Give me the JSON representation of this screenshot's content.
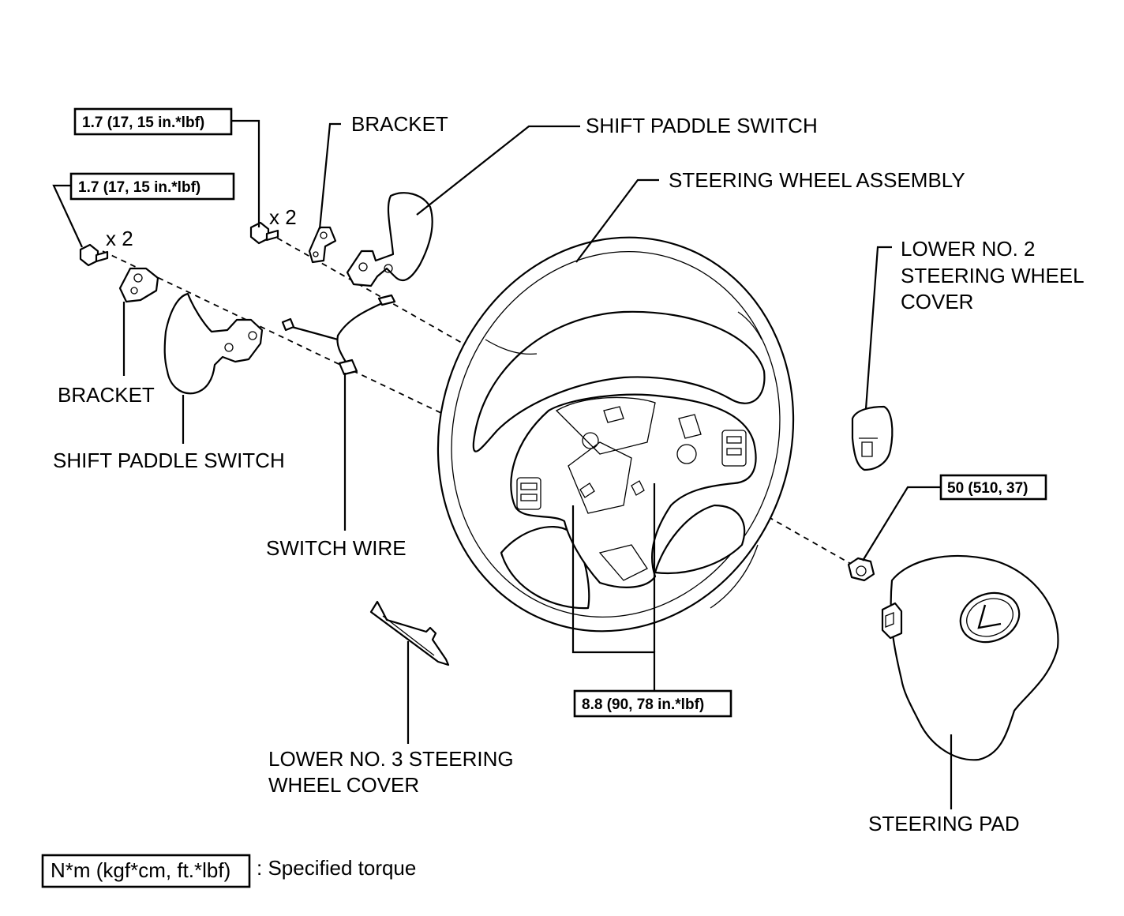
{
  "labels": {
    "bracket_top": "BRACKET",
    "shift_paddle_top": "SHIFT PADDLE SWITCH",
    "steering_wheel_assembly": "STEERING WHEEL ASSEMBLY",
    "lower_no2_line1": "LOWER NO. 2",
    "lower_no2_line2": "STEERING WHEEL",
    "lower_no2_line3": "COVER",
    "bracket_left": "BRACKET",
    "shift_paddle_left": "SHIFT PADDLE SWITCH",
    "switch_wire": "SWITCH WIRE",
    "lower_no3_line1": "LOWER NO. 3 STEERING",
    "lower_no3_line2": "WHEEL COVER",
    "steering_pad": "STEERING PAD"
  },
  "torques": {
    "upper_bolt": "1.7 (17, 15 in.*lbf)",
    "left_bolt": "1.7 (17, 15 in.*lbf)",
    "center": "8.8 (90, 78 in.*lbf)",
    "nut": "50 (510, 37)"
  },
  "quantities": {
    "upper_bolt": "x 2",
    "left_bolt": "x 2"
  },
  "legend": {
    "unit": "N*m (kgf*cm, ft.*lbf)",
    "description": ": Specified torque"
  }
}
